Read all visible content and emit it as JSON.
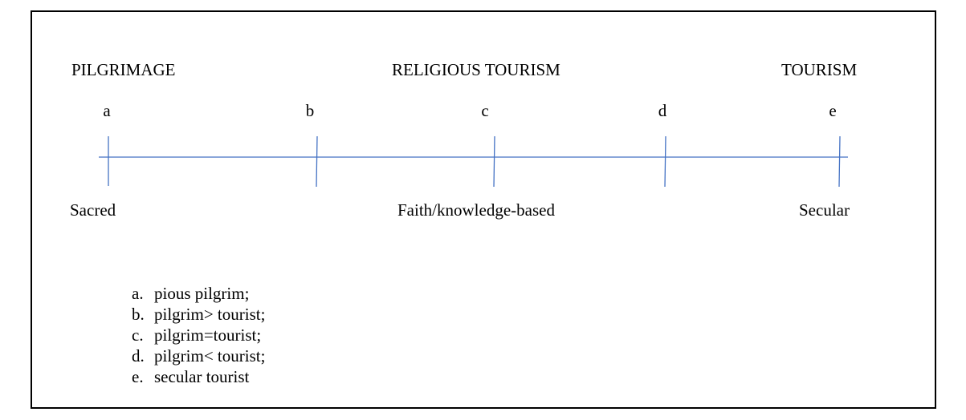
{
  "categories": {
    "left": "PILGRIMAGE",
    "middle": "RELIGIOUS TOURISM",
    "right": "TOURISM"
  },
  "points": [
    {
      "letter": "a",
      "description": "pious pilgrim;"
    },
    {
      "letter": "b",
      "description": "pilgrim> tourist;"
    },
    {
      "letter": "c",
      "description": "pilgrim=tourist;"
    },
    {
      "letter": "d",
      "description": "pilgrim< tourist;"
    },
    {
      "letter": "e",
      "description": "secular tourist"
    }
  ],
  "scale_labels": {
    "left": "Sacred",
    "middle": "Faith/knowledge-based",
    "right": "Secular"
  },
  "colors": {
    "axis": "#4472c4",
    "text": "#000000",
    "border": "#000000"
  }
}
